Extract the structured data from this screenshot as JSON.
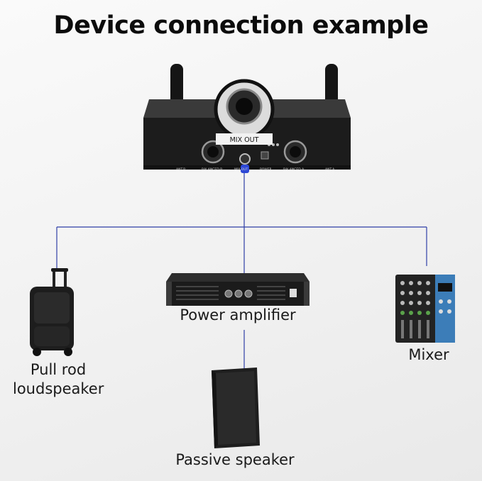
{
  "title": "Device connection example",
  "receiver": {
    "mix_out_label": "MIX OUT",
    "panel_labels": [
      "ANT.B",
      "BALANCED B",
      "MIX OUT",
      "POWER",
      "BALANCED A",
      "ANT.A"
    ]
  },
  "devices": {
    "pull_rod_loudspeaker": {
      "label_line1": "Pull rod",
      "label_line2": "loudspeaker"
    },
    "power_amplifier": {
      "label": "Power amplifier"
    },
    "mixer": {
      "label": "Mixer"
    },
    "passive_speaker": {
      "label": "Passive speaker"
    }
  },
  "colors": {
    "connection_line": "#2f3fa6",
    "device_body": "#1b1b1b"
  }
}
